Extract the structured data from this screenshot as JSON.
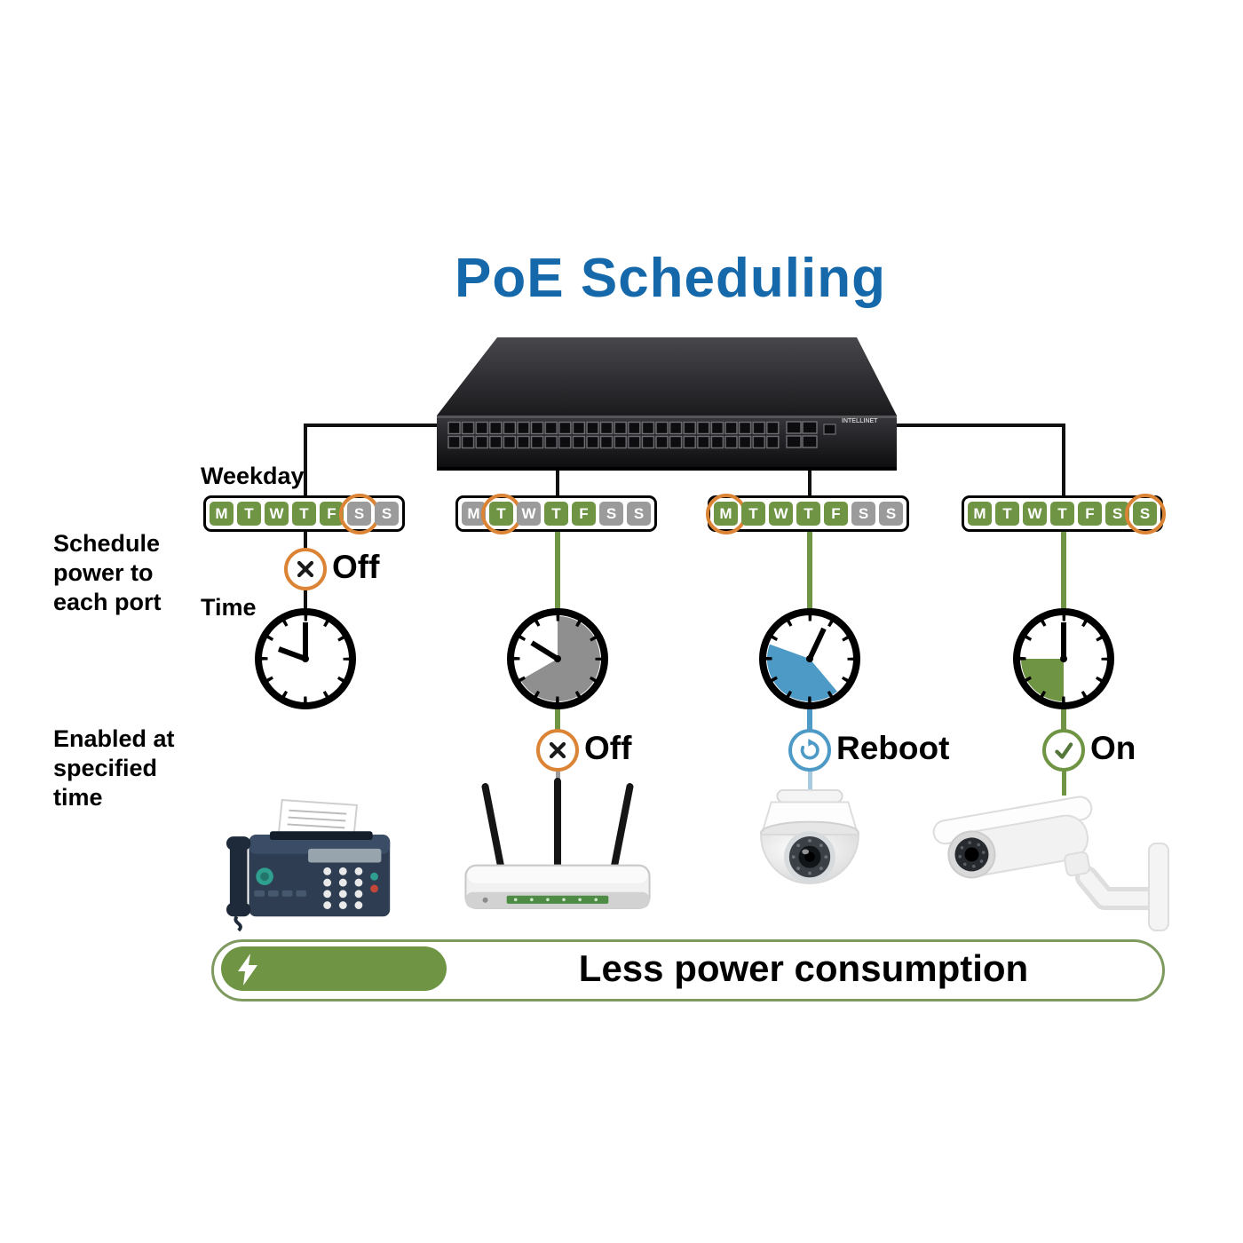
{
  "title": "PoE Scheduling",
  "side_labels": {
    "weekday": "Weekday",
    "schedule_power": "Schedule power to each port",
    "time": "Time",
    "enabled": "Enabled at specified time"
  },
  "switch": {
    "brand": "INTELLINET"
  },
  "weekday_letters": [
    "M",
    "T",
    "W",
    "T",
    "F",
    "S",
    "S"
  ],
  "columns": [
    {
      "device": "fax-machine",
      "day_states": [
        "on",
        "on",
        "on",
        "on",
        "on",
        "off",
        "off"
      ],
      "circled_index": 5,
      "status": {
        "label": "Off",
        "icon": "x-icon",
        "position": "above-clock"
      },
      "clock": {
        "face": "plain",
        "sector_color": ""
      }
    },
    {
      "device": "wireless-router",
      "day_states": [
        "off",
        "on",
        "off",
        "on",
        "on",
        "off",
        "off"
      ],
      "circled_index": 1,
      "status": {
        "label": "Off",
        "icon": "x-icon",
        "position": "below-clock"
      },
      "clock": {
        "face": "sector",
        "sector_color": "#8F8F8F"
      }
    },
    {
      "device": "dome-camera",
      "day_states": [
        "on",
        "on",
        "on",
        "on",
        "on",
        "off",
        "off"
      ],
      "circled_index": 0,
      "status": {
        "label": "Reboot",
        "icon": "reboot-icon",
        "position": "below-clock"
      },
      "clock": {
        "face": "sector",
        "sector_color": "#4D9AC6"
      }
    },
    {
      "device": "bullet-camera",
      "day_states": [
        "on",
        "on",
        "on",
        "on",
        "on",
        "on",
        "on"
      ],
      "circled_index": 6,
      "status": {
        "label": "On",
        "icon": "check-icon",
        "position": "below-clock"
      },
      "clock": {
        "face": "sector",
        "sector_color": "#6E9444"
      }
    }
  ],
  "banner": {
    "label": "Less power consumption",
    "icon": "lightning-bolt-icon"
  },
  "colors": {
    "title_blue": "#1568A9",
    "green": "#6E9444",
    "gray": "#9B9B9B",
    "orange": "#DC8435",
    "blue": "#4D9AC6",
    "light_blue": "#A8CBE0",
    "black": "#111111"
  }
}
